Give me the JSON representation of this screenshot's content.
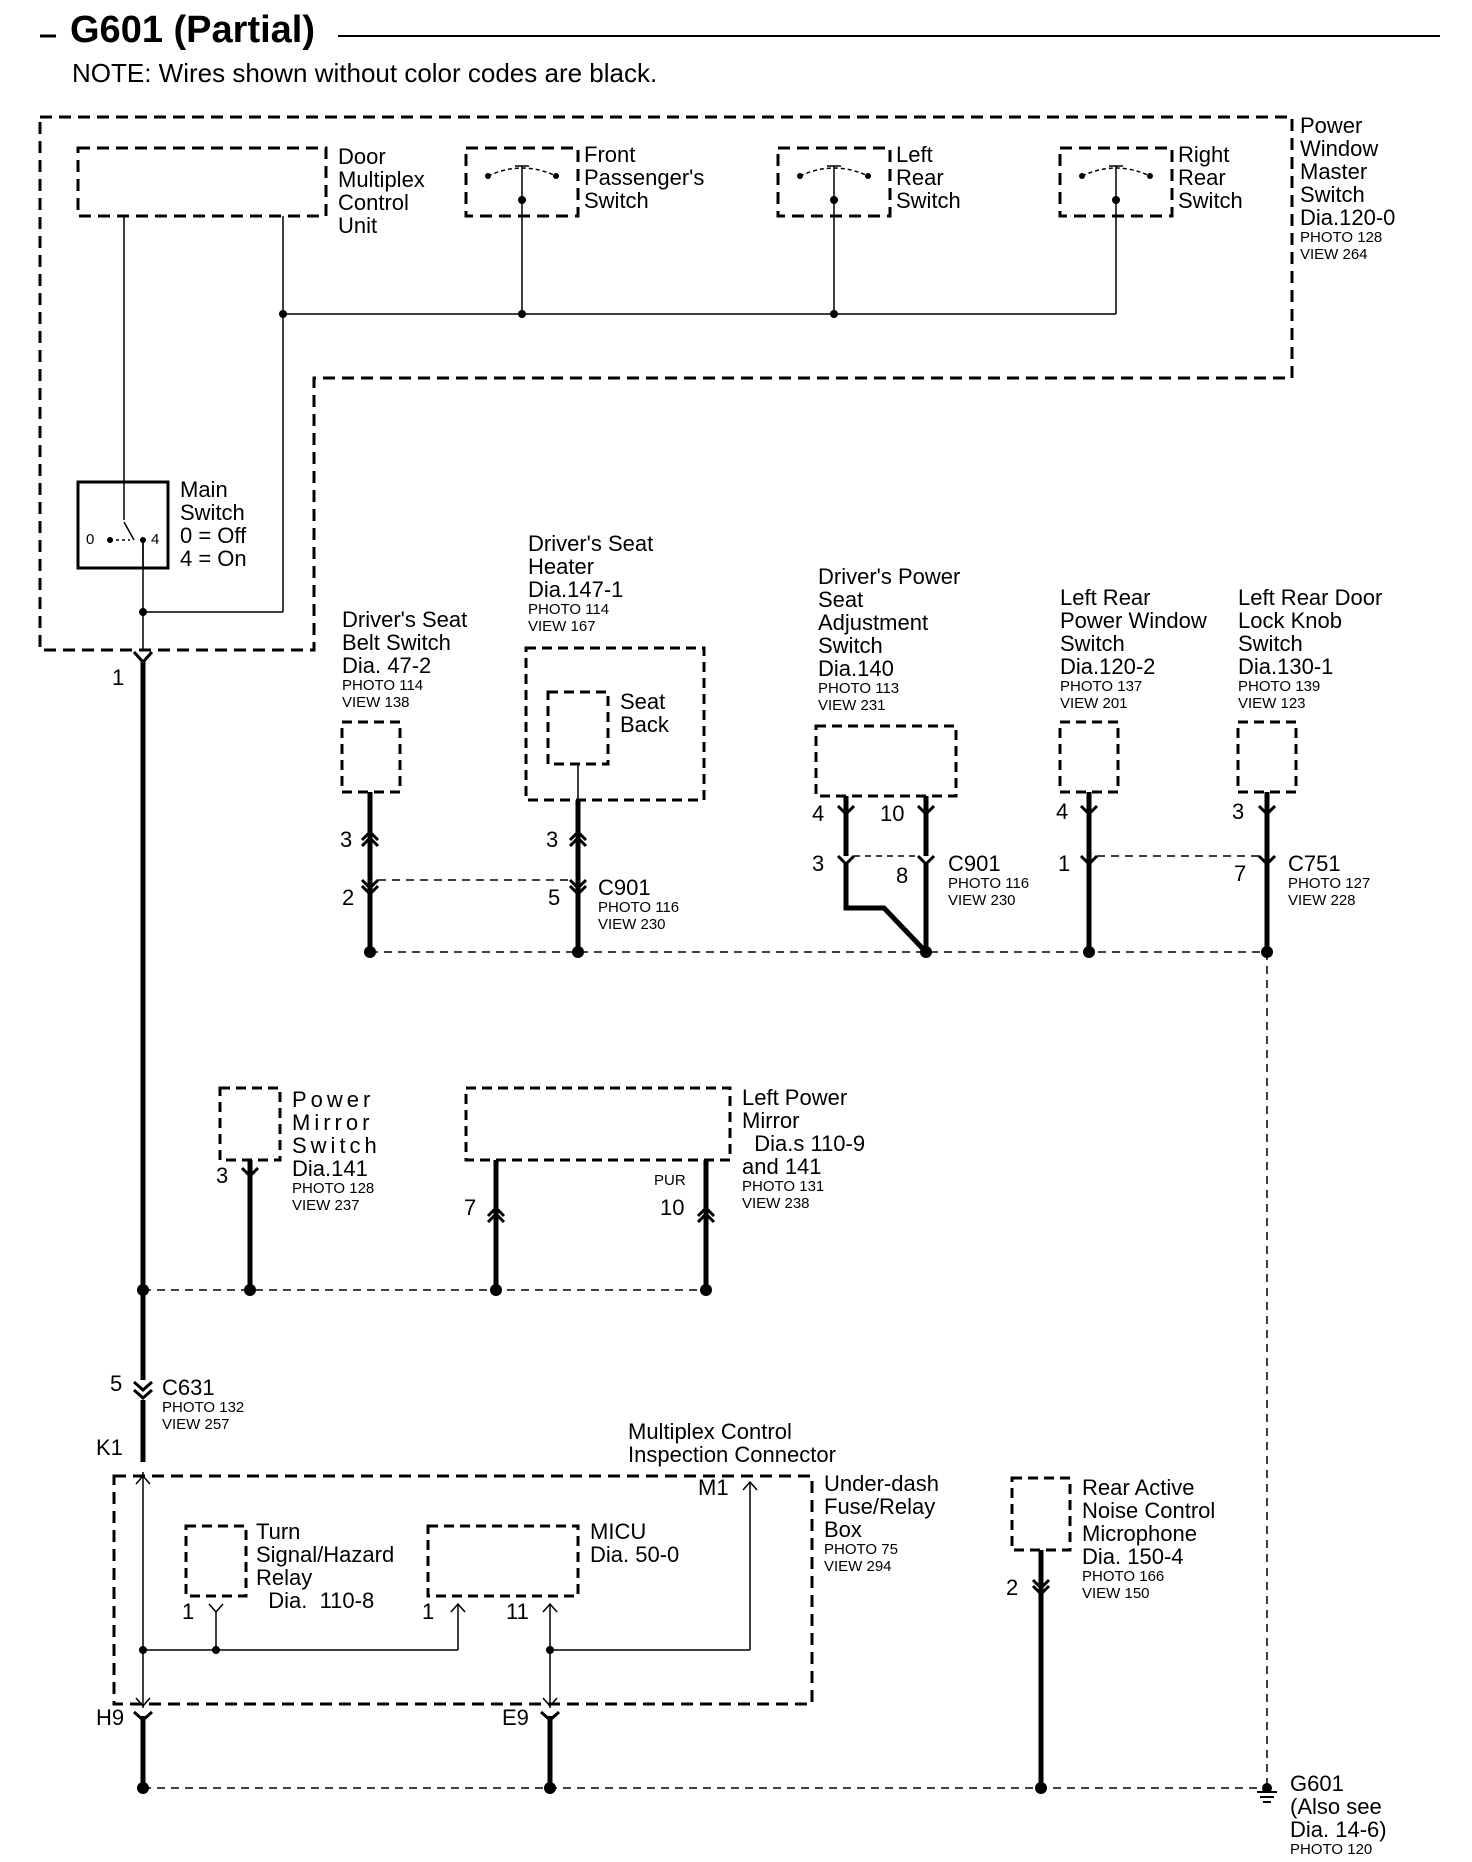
{
  "title": "G601 (Partial)",
  "note": "NOTE: Wires shown without color codes are black.",
  "components": {
    "door_mcu": "Door\nMultiplex\nControl\nUnit",
    "front_pass": "Front\nPassenger's\nSwitch",
    "left_rear": "Left\nRear\nSwitch",
    "right_rear": "Right\nRear\nSwitch",
    "pw_master": {
      "name": "Power\nWindow\nMaster\nSwitch\nDia.120-0",
      "photo": "PHOTO 128",
      "view": "VIEW 264"
    },
    "main_switch": "Main\nSwitch\n0 = Off\n4 = On",
    "main_switch_pin0": "0",
    "main_switch_pin4": "4",
    "seat_belt": {
      "name": "Driver's Seat\nBelt Switch\nDia. 47-2",
      "photo": "PHOTO 114",
      "view": "VIEW 138"
    },
    "seat_heater": {
      "name": "Driver's Seat\nHeater\nDia.147-1",
      "photo": "PHOTO 114",
      "view": "VIEW 167",
      "inner": "Seat\nBack"
    },
    "power_seat": {
      "name": "Driver's Power\nSeat\nAdjustment\nSwitch\nDia.140",
      "photo": "PHOTO 113",
      "view": "VIEW 231"
    },
    "lr_pw_switch": {
      "name": "Left Rear\nPower Window\nSwitch\nDia.120-2",
      "photo": "PHOTO 137",
      "view": "VIEW 201"
    },
    "lr_lock_knob": {
      "name": "Left Rear Door\nLock Knob\nSwitch\nDia.130-1",
      "photo": "PHOTO 139",
      "view": "VIEW 123"
    },
    "mirror_switch": {
      "name": "Power\nMirror\nSwitch",
      "dia": "Dia.141",
      "photo": "PHOTO 128",
      "view": "VIEW 237"
    },
    "left_mirror": {
      "name": "Left Power\nMirror\n  Dia.s 110-9\nand 141",
      "photo": "PHOTO 131",
      "view": "VIEW 238"
    },
    "mpx_inspection": "Multiplex Control\nInspection Connector",
    "underdash": {
      "name": "Under-dash\nFuse/Relay\nBox",
      "photo": "PHOTO 75",
      "view": "VIEW 294"
    },
    "turn_relay": "Turn\nSignal/Hazard\nRelay\n  Dia.  110-8",
    "micu": "MICU\nDia. 50-0",
    "rear_anc": {
      "name": "Rear Active\nNoise Control\nMicrophone\nDia. 150-4",
      "photo": "PHOTO 166",
      "view": "VIEW 150"
    },
    "g601": {
      "name": "G601\n(Also see\nDia. 14-6)",
      "photo": "PHOTO 120"
    }
  },
  "connectors": {
    "c901_a": {
      "name": "C901",
      "photo": "PHOTO 116",
      "view": "VIEW 230"
    },
    "c901_b": {
      "name": "C901",
      "photo": "PHOTO 116",
      "view": "VIEW 230"
    },
    "c751": {
      "name": "C751",
      "photo": "PHOTO 127",
      "view": "VIEW 228"
    },
    "c631": {
      "name": "C631",
      "photo": "PHOTO 132",
      "view": "VIEW 257"
    }
  },
  "pins": {
    "p1": "1",
    "belt_top": "3",
    "belt_bot": "2",
    "heater_top": "3",
    "heater_bot": "5",
    "seat_top_l": "4",
    "seat_top_r": "10",
    "seat_bot_l": "3",
    "seat_bot_r": "8",
    "lrpw_top": "4",
    "lrpw_bot": "1",
    "lock_top": "3",
    "lock_bot": "7",
    "mirror_sw": "3",
    "mirror_l": "7",
    "mirror_r": "10",
    "c631": "5",
    "k1": "K1",
    "m1": "M1",
    "turn": "1",
    "micu_l": "1",
    "micu_r": "11",
    "h9": "H9",
    "e9": "E9",
    "anc": "2"
  },
  "wire_colors": {
    "mirror_r": "PUR"
  }
}
